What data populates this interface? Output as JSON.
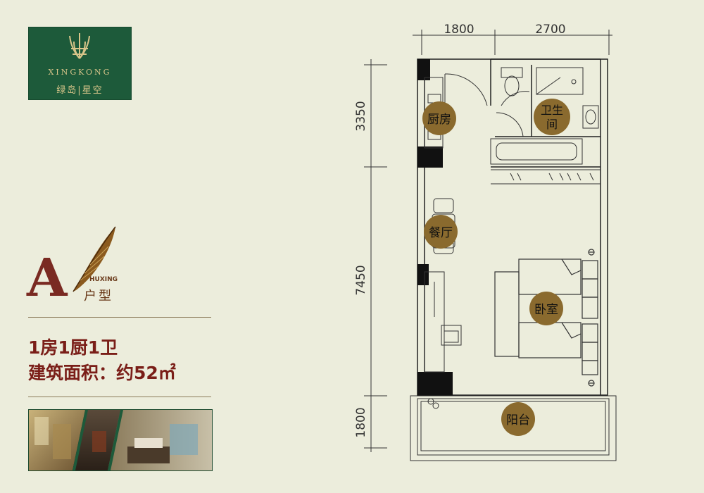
{
  "logo": {
    "brand_en": "XINGKONG",
    "brand_cn": "绿岛|星空"
  },
  "unit_type": {
    "letter": "A",
    "label_en": "HUXING",
    "label_cn": "户型"
  },
  "specs": {
    "layout": "1房1厨1卫",
    "area": "建筑面积：约52㎡"
  },
  "dimensions": {
    "top_left": "1800",
    "top_right": "2700",
    "left_top": "3350",
    "left_middle": "7450",
    "left_bottom": "1800"
  },
  "rooms": {
    "kitchen": "厨房",
    "bathroom_line1": "卫生",
    "bathroom_line2": "间",
    "dining": "餐厅",
    "bedroom": "卧室",
    "balcony": "阳台"
  },
  "colors": {
    "background": "#eceddc",
    "brand_green": "#1d5a3a",
    "title_red": "#7a1e18",
    "room_label_bg": "#8a6a2e"
  }
}
